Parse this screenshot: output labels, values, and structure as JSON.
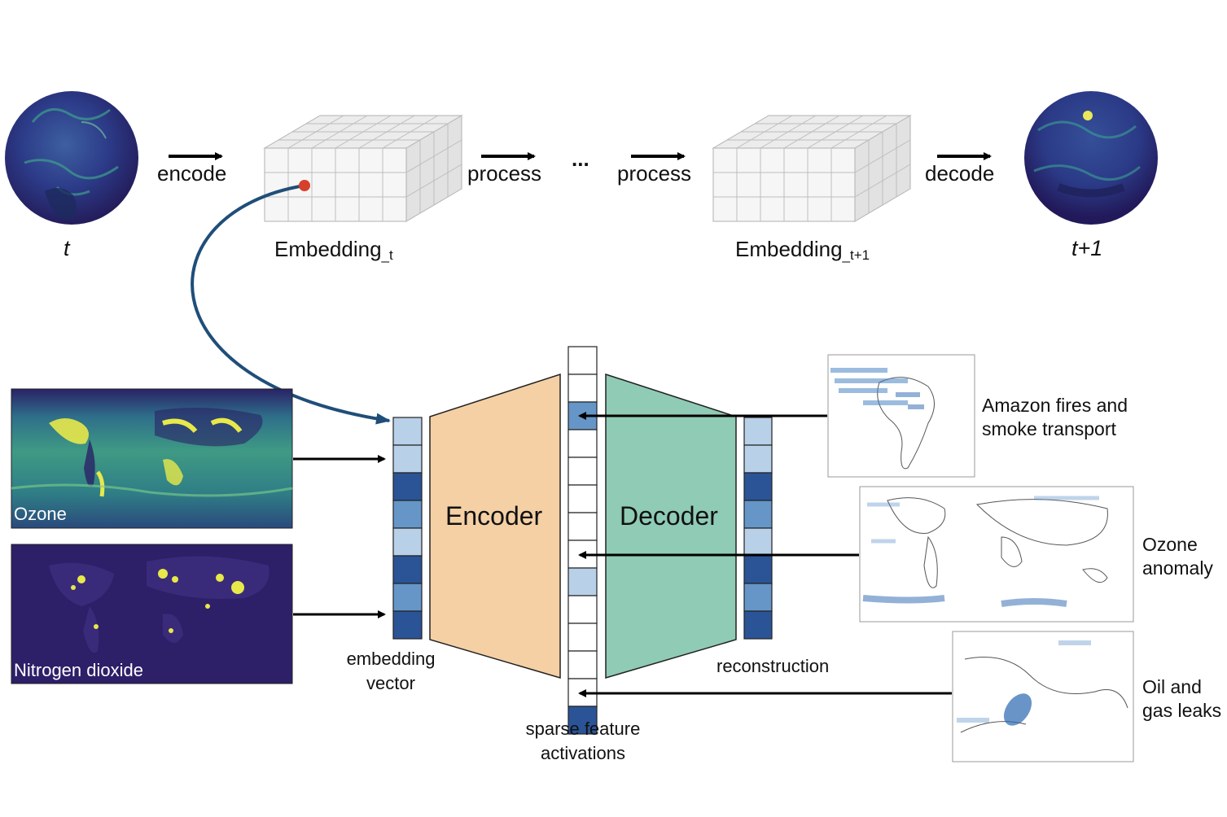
{
  "pipeline": {
    "input_time": "t",
    "output_time": "t+1",
    "encode": "encode",
    "process_1": "process",
    "ellipsis": "...",
    "process_2": "process",
    "decode": "decode",
    "embedding_t_main": "Embedding",
    "embedding_t_sub": "_t",
    "embedding_t1_main": "Embedding",
    "embedding_t1_sub": "_t+1"
  },
  "inputs": {
    "map1": "Ozone",
    "map2": "Nitrogen dioxide",
    "vector_label_1": "embedding",
    "vector_label_2": "vector"
  },
  "sae": {
    "encoder": "Encoder",
    "decoder": "Decoder",
    "sparse_label_1": "sparse feature",
    "sparse_label_2": "activations",
    "reconstruction": "reconstruction"
  },
  "features": {
    "f1_line1": "Amazon fires and",
    "f1_line2": "smoke transport",
    "f2_line1": "Ozone",
    "f2_line2": "anomaly",
    "f3_line1": "Oil and",
    "f3_line2": "gas leaks"
  },
  "colors": {
    "dark_blue": "#2b5497",
    "mid_blue": "#6696c8",
    "light_blue": "#b8d0e8",
    "encoder": "#f5d0a4",
    "decoder": "#8fcbb5",
    "curve": "#1f4e79",
    "dot": "#d6402b",
    "globe": "#2c3b88"
  },
  "embedding_cells": [
    "light",
    "light",
    "dark",
    "mid",
    "light",
    "dark",
    "mid",
    "dark"
  ],
  "reconstruction_cells": [
    "light",
    "light",
    "dark",
    "mid",
    "light",
    "dark",
    "mid",
    "dark"
  ],
  "sparse_activations": [
    "none",
    "none",
    "mid",
    "none",
    "none",
    "none",
    "none",
    "none",
    "light",
    "none",
    "none",
    "none",
    "none",
    "dark"
  ]
}
